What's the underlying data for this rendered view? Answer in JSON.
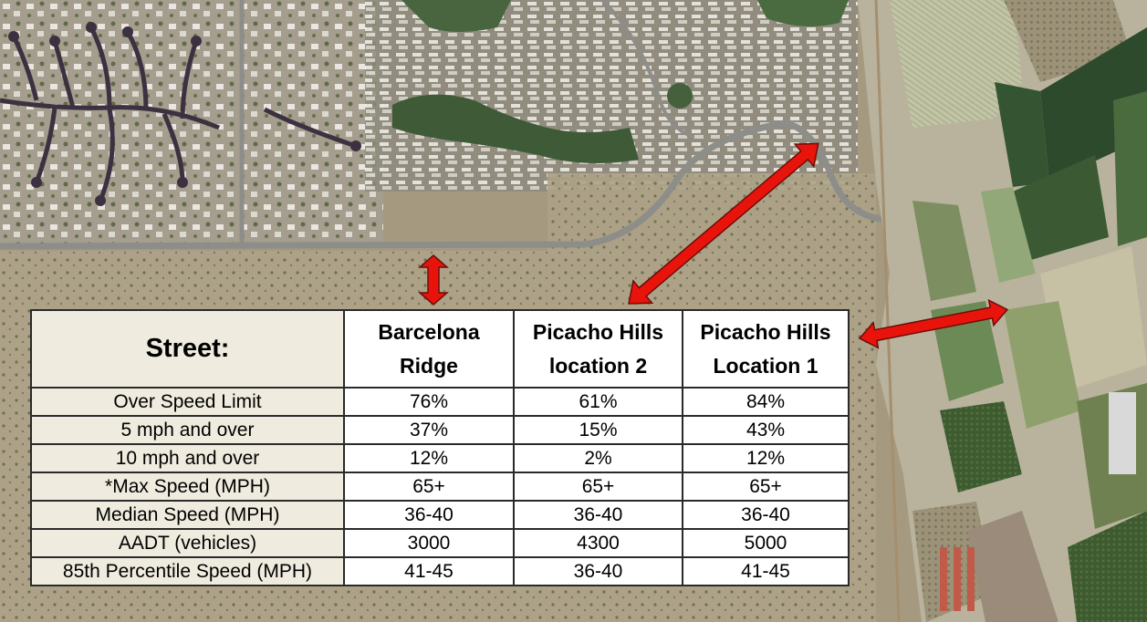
{
  "table": {
    "corner_label": "Street:",
    "columns": [
      {
        "line1": "Barcelona",
        "line2": "Ridge"
      },
      {
        "line1": "Picacho Hills",
        "line2": "location 2"
      },
      {
        "line1": "Picacho Hills",
        "line2": "Location 1"
      }
    ],
    "rows": [
      {
        "label": "Over Speed Limit",
        "values": [
          "76%",
          "61%",
          "84%"
        ]
      },
      {
        "label": "5 mph and over",
        "values": [
          "37%",
          "15%",
          "43%"
        ]
      },
      {
        "label": "10 mph and over",
        "values": [
          "12%",
          "2%",
          "12%"
        ]
      },
      {
        "label": "*Max Speed (MPH)",
        "values": [
          "65+",
          "65+",
          "65+"
        ]
      },
      {
        "label": "Median Speed (MPH)",
        "values": [
          "36-40",
          "36-40",
          "36-40"
        ]
      },
      {
        "label": "AADT (vehicles)",
        "values": [
          "3000",
          "4300",
          "5000"
        ]
      },
      {
        "label": "85th Percentile Speed (MPH)",
        "values": [
          "41-45",
          "36-40",
          "41-45"
        ]
      }
    ]
  },
  "map": {
    "base": "satellite imagery",
    "marker_color": "#e8140c",
    "markers": [
      "double-arrow-barcelona-ridge",
      "double-arrow-picacho-hills-location-2",
      "double-arrow-picacho-hills-location-1"
    ]
  }
}
